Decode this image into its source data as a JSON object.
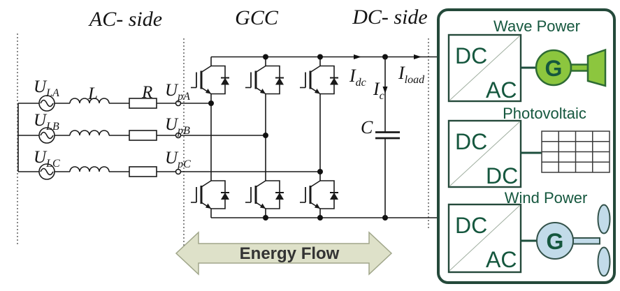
{
  "titles": {
    "ac_side": "AC- side",
    "gcc": "GCC",
    "dc_side": "DC- side"
  },
  "ac_side": {
    "sources": [
      {
        "sym": "U",
        "sub": "LA"
      },
      {
        "sym": "U",
        "sub": "LB"
      },
      {
        "sym": "U",
        "sub": "LC"
      }
    ],
    "inductor_label": "L",
    "resistor_label": "R",
    "pcc_voltages": [
      {
        "sym": "U",
        "sub": "pA"
      },
      {
        "sym": "U",
        "sub": "pB"
      },
      {
        "sym": "U",
        "sub": "pC"
      }
    ]
  },
  "dc_side": {
    "current_dc": {
      "sym": "I",
      "sub": "dc"
    },
    "current_cap": {
      "sym": "I",
      "sub": "c"
    },
    "current_load": {
      "sym": "I",
      "sub": "load"
    },
    "capacitor_label": "C"
  },
  "energy_flow": {
    "label": "Energy Flow"
  },
  "panel": {
    "sections": [
      {
        "title": "Wave Power",
        "converter_in": "DC",
        "converter_out": "AC",
        "generator_label": "G"
      },
      {
        "title": "Photovoltaic",
        "converter_in": "DC",
        "converter_out": "DC"
      },
      {
        "title": "Wind Power",
        "converter_in": "DC",
        "converter_out": "AC",
        "generator_label": "G"
      }
    ]
  },
  "colors": {
    "circuit_line": "#1a1a1a",
    "panel_border": "#24493a",
    "panel_text": "#15573e",
    "wave_green": "#8cc63e",
    "wave_green_dark": "#2e6b34",
    "wind_blue": "#c2dbe9",
    "solar_blue": "#dce9f4",
    "arrow_fill": "#dee1c9",
    "arrow_border": "#a0a68a",
    "arrow_text": "#333333"
  }
}
